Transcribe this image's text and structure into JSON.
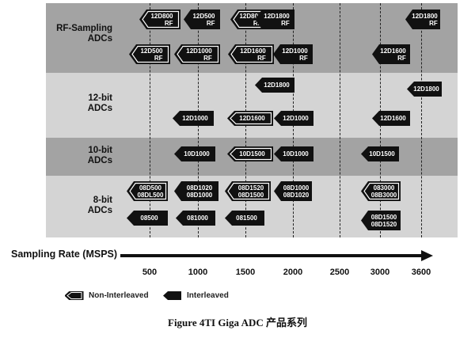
{
  "colors": {
    "chip_fill": "#111111",
    "chip_outline": "#ffffff",
    "band_dark": "#a3a3a3",
    "band_light": "#d4d4d4",
    "text": "#111111"
  },
  "rows": [
    {
      "label": "RF-Sampling\nADCs"
    },
    {
      "label": "12-bit\nADCs"
    },
    {
      "label": "10-bit\nADCs"
    },
    {
      "label": "8-bit\nADCs"
    }
  ],
  "axis": {
    "title": "Sampling Rate (MSPS)",
    "ticks": [
      "500",
      "1000",
      "1500",
      "2000",
      "2500",
      "3000",
      "3600"
    ]
  },
  "chips": [
    {
      "text": "12D800\nRF",
      "style": "non-interleaved"
    },
    {
      "text": "12D500\nRF",
      "style": "interleaved"
    },
    {
      "text": "12D800\nRF",
      "style": "non-interleaved"
    },
    {
      "text": "12D1800\nRF",
      "style": "interleaved"
    },
    {
      "text": "12D1800\nRF",
      "style": "interleaved"
    },
    {
      "text": "12D500\nRF",
      "style": "non-interleaved"
    },
    {
      "text": "12D1000\nRF",
      "style": "non-interleaved"
    },
    {
      "text": "12D1600\nRF",
      "style": "non-interleaved"
    },
    {
      "text": "12D1000\nRF",
      "style": "interleaved"
    },
    {
      "text": "12D1600\nRF",
      "style": "interleaved"
    },
    {
      "text": "12D1800",
      "style": "interleaved"
    },
    {
      "text": "12D1800",
      "style": "interleaved"
    },
    {
      "text": "12D1000",
      "style": "interleaved"
    },
    {
      "text": "12D1600",
      "style": "non-interleaved"
    },
    {
      "text": "12D1000",
      "style": "interleaved"
    },
    {
      "text": "12D1600",
      "style": "interleaved"
    },
    {
      "text": "10D1000",
      "style": "interleaved"
    },
    {
      "text": "10D1500",
      "style": "non-interleaved"
    },
    {
      "text": "10D1000",
      "style": "interleaved"
    },
    {
      "text": "10D1500",
      "style": "interleaved"
    },
    {
      "text": "08D500\n08DL500",
      "style": "non-interleaved"
    },
    {
      "text": "08D1020\n08D1000",
      "style": "interleaved"
    },
    {
      "text": "08D1520\n08D1500",
      "style": "non-interleaved"
    },
    {
      "text": "08D1000\n08D1020",
      "style": "interleaved"
    },
    {
      "text": "083000\n08B3000",
      "style": "non-interleaved"
    },
    {
      "text": "08500",
      "style": "interleaved"
    },
    {
      "text": "081000",
      "style": "interleaved"
    },
    {
      "text": "081500",
      "style": "interleaved"
    },
    {
      "text": "08D1500\n08D1520",
      "style": "interleaved"
    }
  ],
  "legend": [
    {
      "label": "Non-Interleaved",
      "style": "non-interleaved"
    },
    {
      "label": "Interleaved",
      "style": "interleaved"
    }
  ],
  "caption": "Figure 4TI Giga ADC 产品系列"
}
